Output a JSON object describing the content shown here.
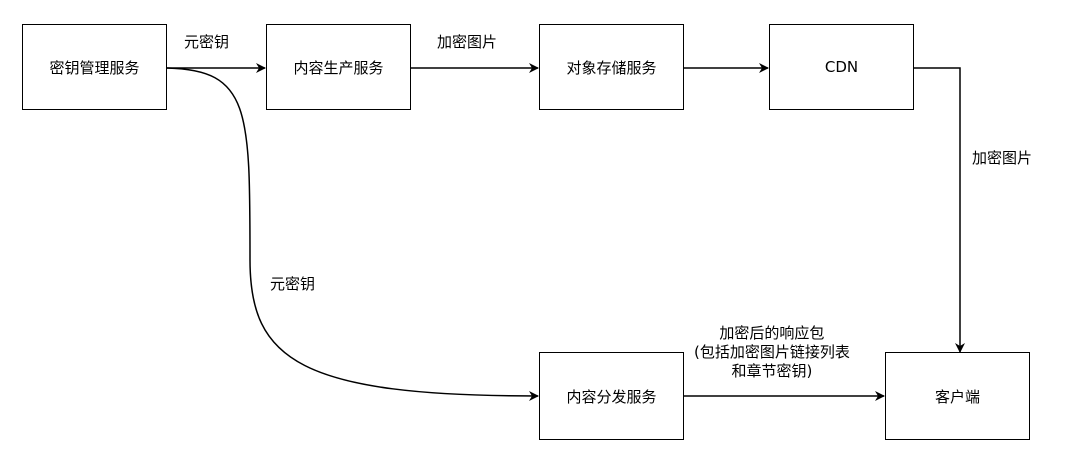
{
  "nodes": {
    "key_mgmt": "密钥管理服务",
    "content_prod": "内容生产服务",
    "object_storage": "对象存储服务",
    "cdn": "CDN",
    "content_dist": "内容分发服务",
    "client": "客户端"
  },
  "edges": {
    "key_to_prod": "元密钥",
    "prod_to_storage": "加密图片",
    "cdn_to_client": "加密图片",
    "key_to_dist": "元密钥",
    "dist_to_client": [
      "加密后的响应包",
      "(包括加密图片链接列表",
      "和章节密钥)"
    ]
  }
}
